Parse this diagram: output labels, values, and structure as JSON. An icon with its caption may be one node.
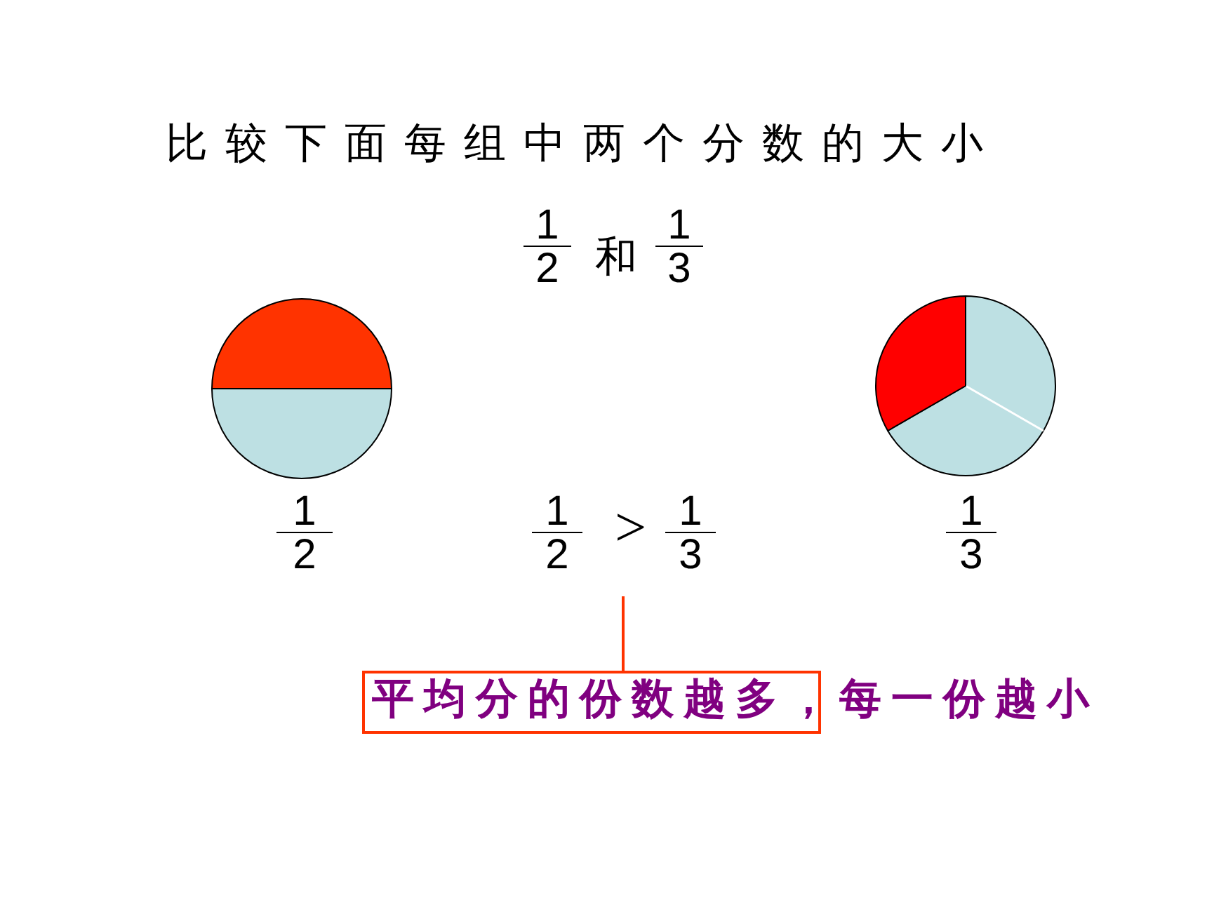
{
  "diagram": {
    "title": "比较下面每组中两个分数的大小",
    "nodes": [
      {
        "text": [
          "1",
          "2",
          ">",
          "1",
          "3"
        ]
      },
      {
        "text": [],
        "shape": "box"
      }
    ],
    "edges": [
      {
        "from": 0,
        "to": 1,
        "arrow": "none"
      }
    ],
    "labels": [
      "1",
      "2",
      "和",
      "1",
      "3",
      "1",
      "2",
      "1",
      "3",
      "平均分的份数越多，每一份越小"
    ]
  }
}
